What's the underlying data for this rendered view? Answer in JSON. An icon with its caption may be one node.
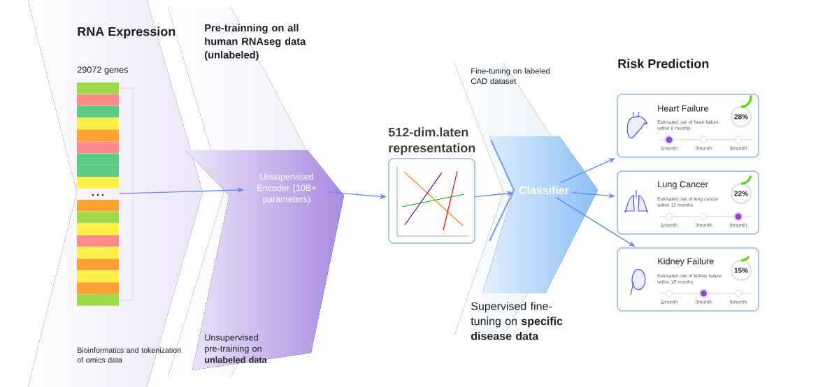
{
  "diagram": {
    "nodes": [
      {
        "text": [],
        "shape": "bar",
        "beside": [
          "29072 genes"
        ]
      },
      {
        "text": [
          "Unsupervised Encoder (10B+ parameters)"
        ]
      },
      {
        "text": [],
        "shape": "box",
        "beside": [
          "512-dim.laten representation"
        ]
      },
      {
        "text": [
          "Classifier"
        ]
      },
      {
        "text": [
          "Heart Failure",
          "Estimated risk of heart failure within 6 months",
          "28%",
          "1month",
          "3month",
          "6month"
        ]
      },
      {
        "text": [
          "Lung Cancer",
          "Estimated risk of lung cancer within 12 months",
          "22%",
          "1month",
          "3month",
          "6month"
        ]
      },
      {
        "text": [
          "Kidney Failure",
          "Estimated risk of kidney failure within 18 months",
          "15%",
          "1month",
          "3month",
          "6month"
        ]
      }
    ],
    "edges": [
      {
        "from": 0,
        "to": 1,
        "arrow": "to"
      },
      {
        "from": 1,
        "to": 2,
        "arrow": "to"
      },
      {
        "from": 2,
        "to": 3,
        "arrow": "to"
      },
      {
        "from": 3,
        "to": 4,
        "arrow": "to"
      },
      {
        "from": 3,
        "to": 5,
        "arrow": "to"
      },
      {
        "from": 3,
        "to": 6,
        "arrow": "to"
      }
    ],
    "labels": [
      "RNA Expression",
      "Pre-trainning on all human RNAseg data (unlabeled)",
      "Fine-tuning on labeled CAD dataset",
      "Risk Prediction",
      "Bioinformatics and tokenization of omics data",
      "Unsupervised pre-training on **unlabeled data**",
      "Supervised fine-tuning on **specific disease data**"
    ]
  }
}
